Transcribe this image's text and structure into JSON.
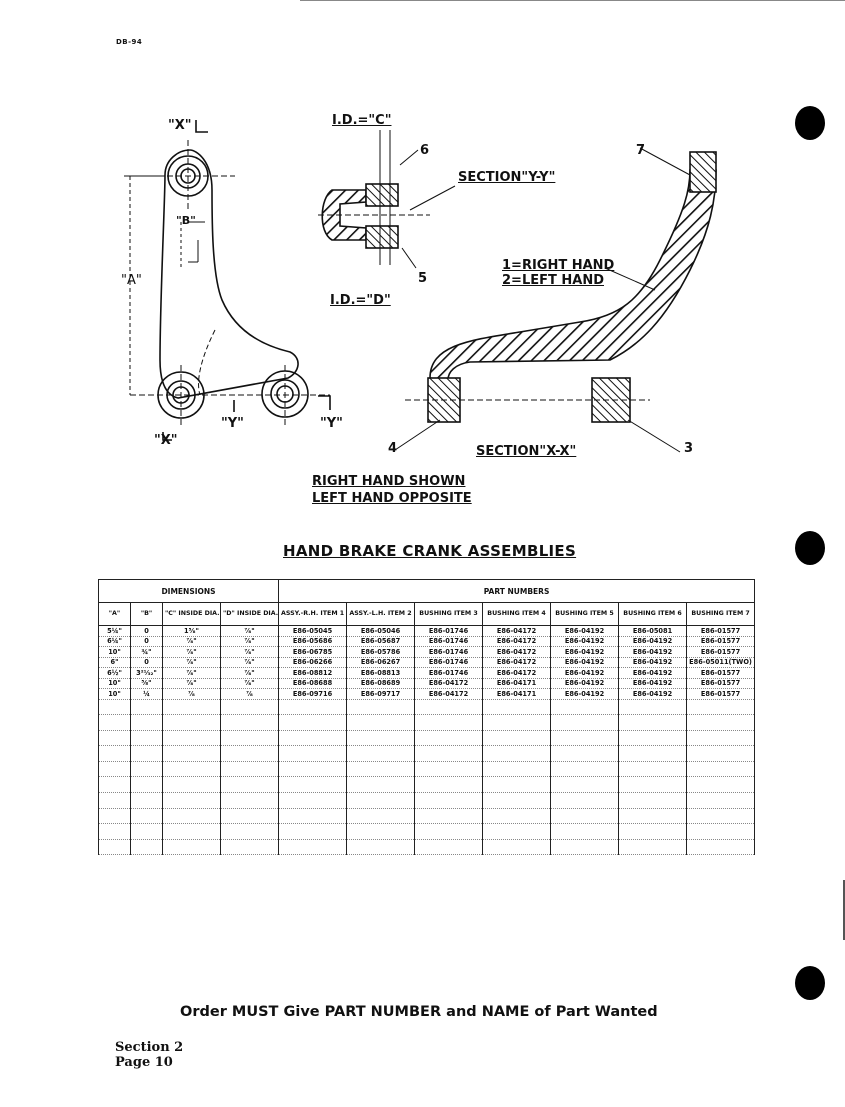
{
  "document_code": "DB-94",
  "drawing": {
    "labels": {
      "x_top": "\"X\"",
      "a_dim": "\"A\"",
      "b_dim": "\"B\"",
      "x_bottom": "\"X\"",
      "y_left": "\"Y\"",
      "y_right": "\"Y\"",
      "id_c": "I.D.=\"C\"",
      "id_d": "I.D.=\"D\"",
      "item_6": "6",
      "item_5": "5",
      "item_7": "7",
      "item_4": "4",
      "item_3": "3",
      "section_yy": "SECTION\"Y-Y\"",
      "section_xx": "SECTION\"X-X\"",
      "hand_1": "1=RIGHT HAND",
      "hand_2": "2=LEFT HAND"
    },
    "caption_line1": "RIGHT HAND SHOWN",
    "caption_line2": "LEFT HAND OPPOSITE"
  },
  "table": {
    "title": "HAND BRAKE CRANK ASSEMBLIES",
    "group_dimensions": "DIMENSIONS",
    "group_part_numbers": "PART NUMBERS",
    "columns": [
      "\"A\"",
      "\"B\"",
      "\"C\" INSIDE DIA.",
      "\"D\" INSIDE DIA.",
      "ASSY.-R.H. ITEM 1",
      "ASSY.-L.H. ITEM 2",
      "BUSHING ITEM 3",
      "BUSHING ITEM 4",
      "BUSHING ITEM 5",
      "BUSHING ITEM 6",
      "BUSHING ITEM 7"
    ],
    "rows": [
      [
        "5¼\"",
        "0",
        "1⁵⁄₈\"",
        "⁷⁄₈\"",
        "E86-05045",
        "E86-05046",
        "E86-01746",
        "E86-04172",
        "E86-04192",
        "E86-05081",
        "E86-01577"
      ],
      [
        "6¼\"",
        "0",
        "⁷⁄₈\"",
        "⁷⁄₈\"",
        "E86-05686",
        "E86-05687",
        "E86-01746",
        "E86-04172",
        "E86-04192",
        "E86-04192",
        "E86-01577"
      ],
      [
        "10\"",
        "¾\"",
        "⁷⁄₈\"",
        "⁷⁄₈\"",
        "E86-06785",
        "E86-05786",
        "E86-01746",
        "E86-04172",
        "E86-04192",
        "E86-04192",
        "E86-01577"
      ],
      [
        "6\"",
        "0",
        "⁷⁄₈\"",
        "⁷⁄₈\"",
        "E86-06266",
        "E86-06267",
        "E86-01746",
        "E86-04172",
        "E86-04192",
        "E86-04192",
        "E86-05011(TWO)"
      ],
      [
        "6½\"",
        "3²¹⁄₃₂\"",
        "⁷⁄₈\"",
        "⁷⁄₈\"",
        "E86-08812",
        "E86-08813",
        "E86-01746",
        "E86-04172",
        "E86-04192",
        "E86-04192",
        "E86-01577"
      ],
      [
        "10\"",
        "⅝\"",
        "⁷⁄₈\"",
        "⁷⁄₈\"",
        "E86-08688",
        "E86-08689",
        "E86-04172",
        "E86-04171",
        "E86-04192",
        "E86-04192",
        "E86-01577"
      ],
      [
        "10\"",
        "¼",
        "⁷⁄₈",
        "⁷⁄₈",
        "E86-09716",
        "E86-09717",
        "E86-04172",
        "E86-04171",
        "E86-04192",
        "E86-04192",
        "E86-01577"
      ]
    ],
    "empty_rows": 10
  },
  "order_note": "Order MUST Give PART NUMBER and NAME of Part Wanted",
  "footer": {
    "section": "Section 2",
    "page": "Page 10"
  }
}
